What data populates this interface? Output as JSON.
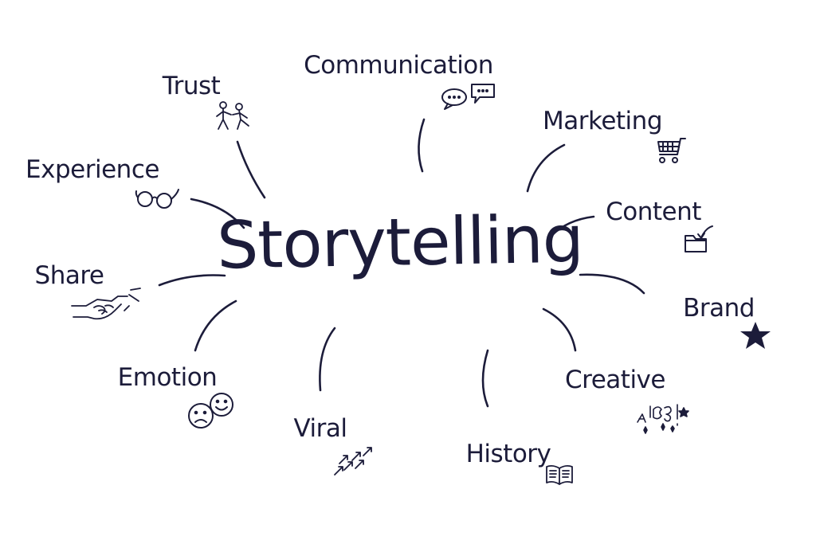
{
  "center": "Storytelling",
  "nodes": {
    "communication": "Communication",
    "trust": "Trust",
    "marketing": "Marketing",
    "experience": "Experience",
    "content": "Content",
    "share": "Share",
    "brand": "Brand",
    "emotion": "Emotion",
    "creative": "Creative",
    "viral": "Viral",
    "history": "History"
  },
  "colors": {
    "ink": "#1c1c3a",
    "background": "#ffffff"
  },
  "icons": {
    "communication": "speech-bubbles-icon",
    "trust": "stick-figures-icon",
    "marketing": "shopping-cart-icon",
    "experience": "glasses-icon",
    "content": "folder-icon",
    "share": "handshake-icon",
    "brand": "star-icon",
    "emotion": "faces-icon",
    "creative": "sparkle-doodle-icon",
    "viral": "arrows-icon",
    "history": "book-icon"
  }
}
